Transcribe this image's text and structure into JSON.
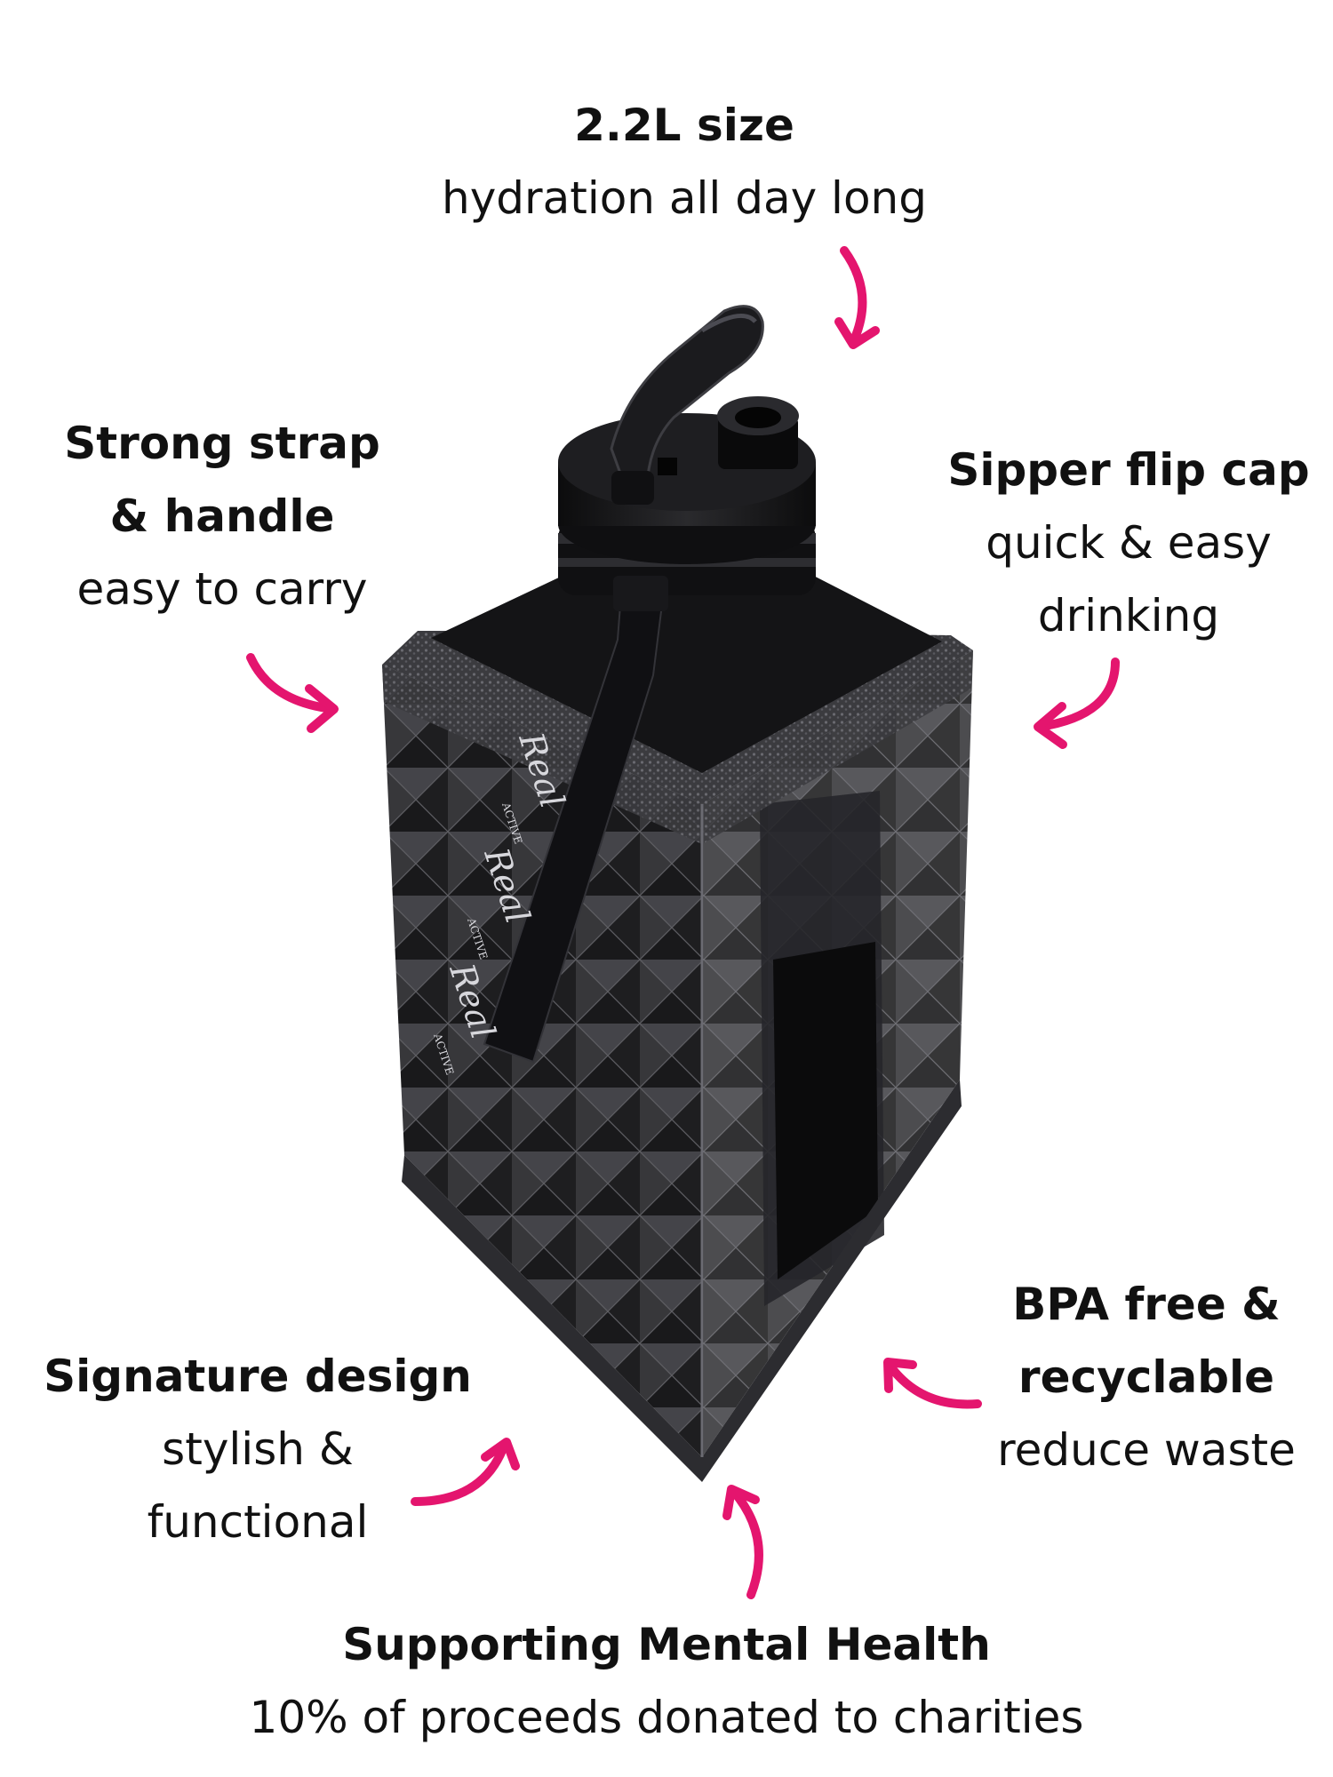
{
  "callouts": {
    "size": {
      "title": "2.2L size",
      "subtitle": "hydration all day long"
    },
    "strap": {
      "title_line1": "Strong strap",
      "title_line2": "& handle",
      "subtitle": "easy to carry"
    },
    "cap": {
      "title": "Sipper flip cap",
      "subtitle_line1": "quick & easy",
      "subtitle_line2": "drinking"
    },
    "design": {
      "title": "Signature design",
      "subtitle_line1": "stylish &",
      "subtitle_line2": "functional"
    },
    "bpa": {
      "title_line1": "BPA free &",
      "title_line2": "recyclable",
      "subtitle": "reduce waste"
    },
    "health": {
      "title": "Supporting Mental Health",
      "subtitle": "10% of proceeds donated to charities"
    }
  },
  "strap_brand_text": "Real",
  "strap_brand_subtext": "ACTIVE",
  "colors": {
    "arrow": "#e4156e",
    "bottle": "#1b1b1d",
    "text": "#111111",
    "background": "#ffffff"
  }
}
